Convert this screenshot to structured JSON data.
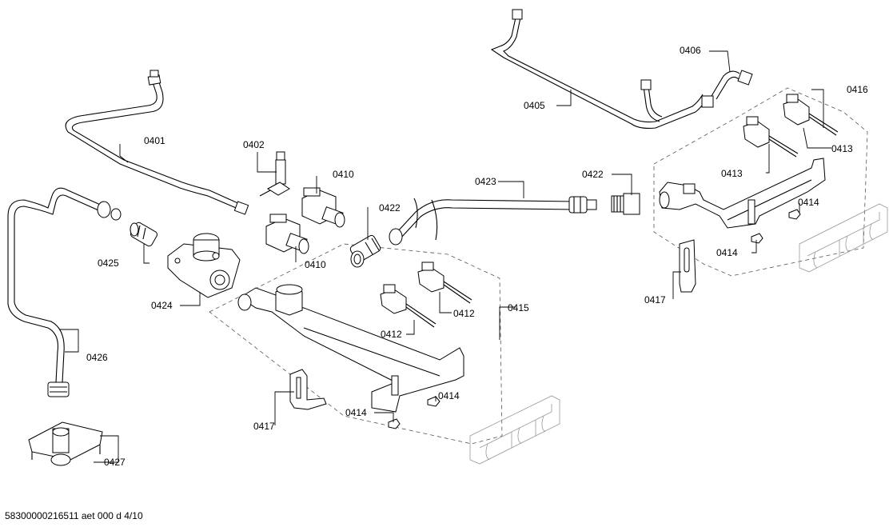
{
  "labels": {
    "l0401": "0401",
    "l0402": "0402",
    "l0405": "0405",
    "l0406": "0406",
    "l0410a": "0410",
    "l0410b": "0410",
    "l0412a": "0412",
    "l0412b": "0412",
    "l0413a": "0413",
    "l0413b": "0413",
    "l0414a": "0414",
    "l0414b": "0414",
    "l0414c": "0414",
    "l0414d": "0414",
    "l0415": "0415",
    "l0416": "0416",
    "l0417a": "0417",
    "l0417b": "0417",
    "l0422a": "0422",
    "l0422b": "0422",
    "l0423": "0423",
    "l0424": "0424",
    "l0425": "0425",
    "l0426": "0426",
    "l0427": "0427"
  },
  "footer": "58300000216511 aet 000 d 4/10"
}
